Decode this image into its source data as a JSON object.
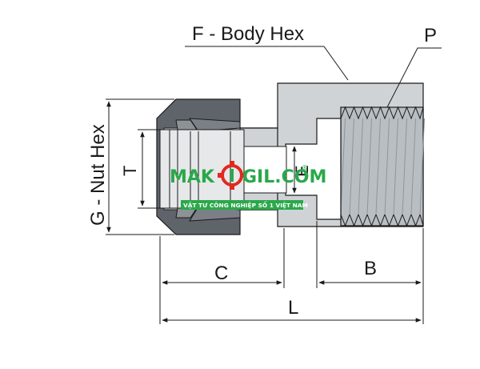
{
  "labels": {
    "body_hex": "F - Body Hex",
    "port": "P",
    "nut_hex": "G - Nut Hex",
    "tube_od": "T",
    "bore": "E",
    "dim_c": "C",
    "dim_b": "B",
    "dim_l": "L"
  },
  "watermark": {
    "brand_left": "MAK",
    "brand_right": "GIL.COM",
    "tagline": "VẬT TƯ CÔNG NGHIỆP SỐ 1 VIỆT NAM",
    "registered": "®"
  },
  "colors": {
    "body_fill": "#cfd3d6",
    "nut_fill": "#5f646a",
    "thread_fill": "#b9bec2",
    "bore_fill": "#ffffff",
    "outline": "#1a1a1a",
    "brand_green": "#2aa84a",
    "brand_red": "#e02a1f",
    "tagline_bg": "#2aa84a"
  }
}
